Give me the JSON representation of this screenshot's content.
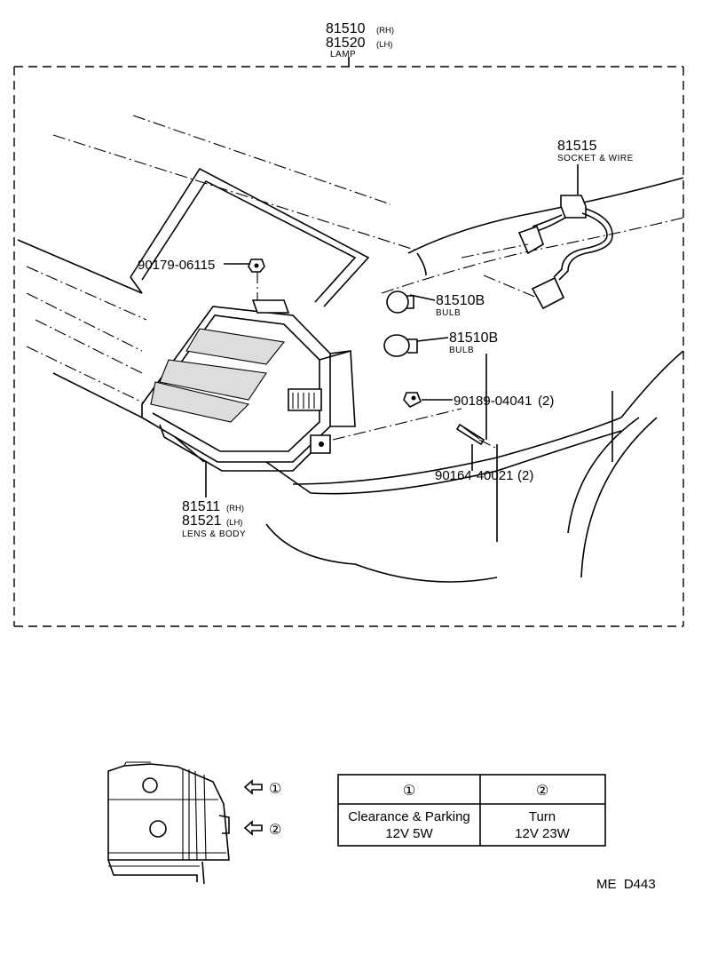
{
  "lamp": {
    "rh_number": "81510",
    "rh_side": "(RH)",
    "lh_number": "81520",
    "lh_side": "(LH)",
    "name": "LAMP"
  },
  "socket_wire": {
    "number": "81515",
    "name": "SOCKET & WIRE"
  },
  "nut": {
    "number": "90179-06115"
  },
  "bulb_upper": {
    "number": "81510B",
    "name": "BULB"
  },
  "bulb_lower": {
    "number": "81510B",
    "name": "BULB"
  },
  "clip": {
    "number": "90189-04041",
    "qty": "(2)"
  },
  "screw": {
    "number": "90164-40021",
    "qty": "(2)"
  },
  "lens_body": {
    "rh_number": "81511",
    "rh_side": "(RH)",
    "lh_number": "81521",
    "lh_side": "(LH)",
    "name": "LENS & BODY"
  },
  "legend": {
    "callout_1": "①",
    "callout_2": "②",
    "col1_header": "①",
    "col2_header": "②",
    "col1_function": "Clearance & Parking",
    "col1_rating": "12V 5W",
    "col2_function": "Turn",
    "col2_rating": "12V 23W"
  },
  "footer_code": "ME  D443"
}
